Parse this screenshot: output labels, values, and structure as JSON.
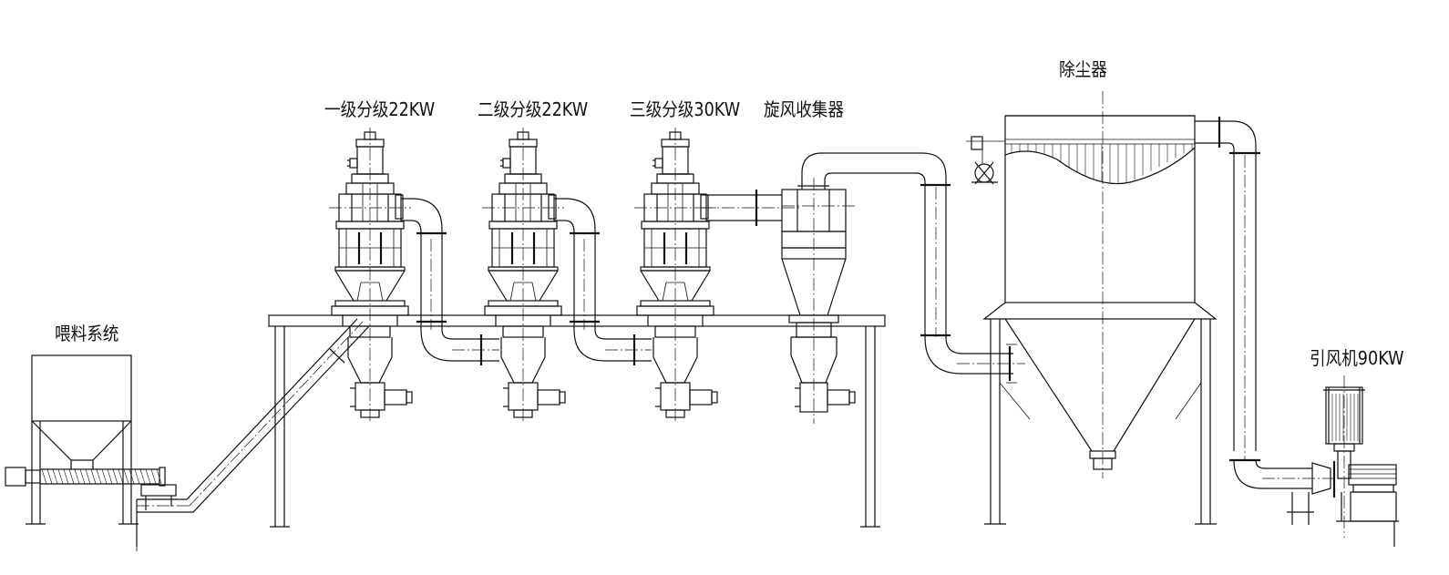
{
  "labels": {
    "feeding_system": "喂料系统",
    "classifier_1": "一级分级22KW",
    "classifier_2": "二级分级22KW",
    "classifier_3": "三级分级30KW",
    "cyclone_collector": "旋风收集器",
    "dust_collector": "除尘器",
    "induced_fan": "引风机90KW"
  },
  "colors": {
    "line": "#111111",
    "background": "#ffffff"
  }
}
